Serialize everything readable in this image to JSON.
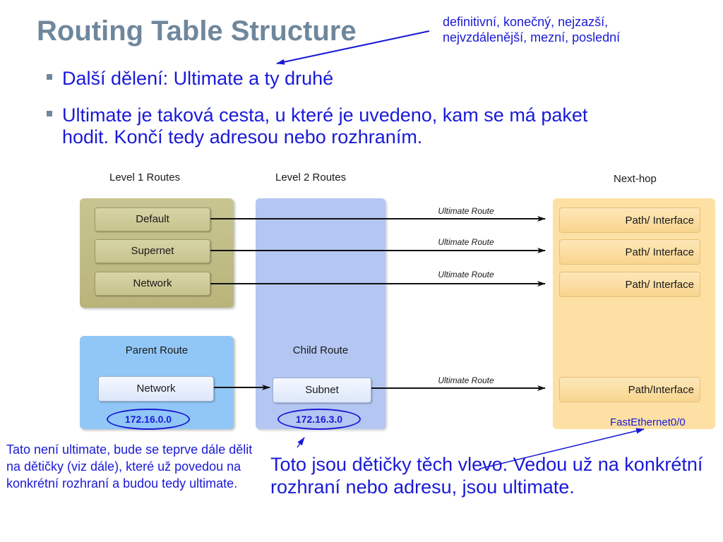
{
  "slide": {
    "title": "Routing Table Structure",
    "note_top_lines": [
      "definitivní, konečný, nejzazší,",
      "nejvzdálenější, mezní, poslední"
    ],
    "bullets": [
      "Další dělení: Ultimate a ty druhé",
      "Ultimate je taková cesta, u které je uvedeno, kam se má paket hodit. Končí tedy adresou nebo rozhraním."
    ],
    "note_left": "Tato není ultimate, bude se teprve dále dělit na dětičky (viz dále), které už povedou na konkrétní rozhraní a budou tedy ultimate.",
    "note_right": "Toto jsou dětičky těch vlevo. Vedou už na konkrétní rozhraní nebo adresu, jsou ultimate."
  },
  "diagram": {
    "columns": {
      "level1": "Level 1 Routes",
      "level2": "Level 2 Routes",
      "nexthop": "Next-hop"
    },
    "level1_routes": [
      "Default",
      "Supernet",
      "Network"
    ],
    "edge_label": "Ultimate Route",
    "next_hops": [
      "Path/ Interface",
      "Path/ Interface",
      "Path/ Interface",
      "Path/Interface"
    ],
    "parent": {
      "heading": "Parent Route",
      "box": "Network",
      "address": "172.16.0.0"
    },
    "child": {
      "heading": "Child Route",
      "box": "Subnet",
      "address": "172.16.3.0"
    },
    "interface": "FastEthernet0/0"
  },
  "colors": {
    "title": "#6f879c",
    "annotation_blue": "#1a1ad6",
    "level1_panel": "#bdb984",
    "parent_panel": "#91c7f7",
    "level2_panel": "#b4c6f2",
    "nexthop_panel": "#fde0a4"
  }
}
